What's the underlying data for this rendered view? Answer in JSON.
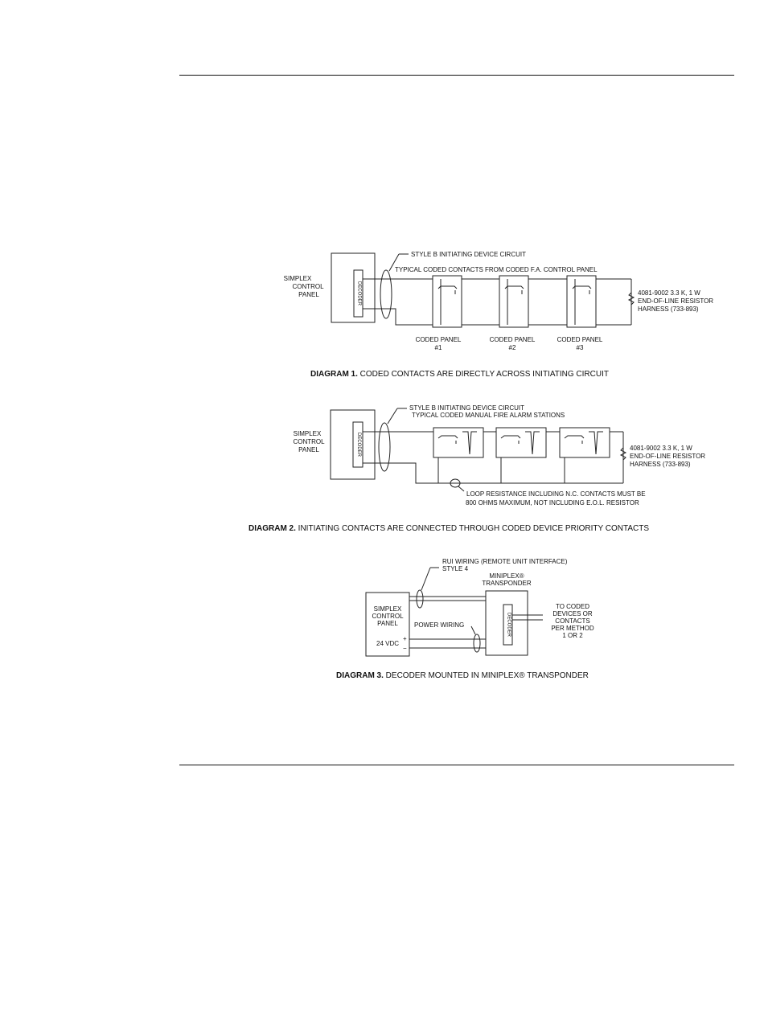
{
  "diagram1": {
    "style_b": "STYLE B INITIATING DEVICE CIRCUIT",
    "typical": "TYPICAL CODED CONTACTS FROM CODED F.A. CONTROL PANEL",
    "panel": [
      "SIMPLEX",
      "CONTROL",
      "PANEL"
    ],
    "decoder": "DECODER",
    "resistor": [
      "4081-9002 3.3 K, 1 W",
      "END-OF-LINE RESISTOR",
      "HARNESS (733-893)"
    ],
    "coded_panels": [
      {
        "line1": "CODED PANEL",
        "line2": "#1"
      },
      {
        "line1": "CODED PANEL",
        "line2": "#2"
      },
      {
        "line1": "CODED PANEL",
        "line2": "#3"
      }
    ],
    "caption_bold": "DIAGRAM 1.",
    "caption_text": " CODED CONTACTS ARE DIRECTLY ACROSS INITIATING CIRCUIT"
  },
  "diagram2": {
    "style_b": "STYLE B INITIATING DEVICE CIRCUIT",
    "typical": "TYPICAL CODED MANUAL FIRE ALARM STATIONS",
    "panel": [
      "SIMPLEX",
      "CONTROL",
      "PANEL"
    ],
    "decoder": "DECODER",
    "resistor": [
      "4081-9002 3.3 K, 1 W",
      "END-OF-LINE RESISTOR",
      "HARNESS (733-893)"
    ],
    "loop": [
      "LOOP RESISTANCE INCLUDING N.C. CONTACTS MUST BE",
      "800 OHMS MAXIMUM, NOT INCLUDING E.O.L. RESISTOR"
    ],
    "caption_bold": "DIAGRAM 2.",
    "caption_text": " INITIATING CONTACTS ARE CONNECTED THROUGH CODED DEVICE PRIORITY CONTACTS"
  },
  "diagram3": {
    "rui": [
      "RUI WIRING (REMOTE UNIT INTERFACE)",
      "STYLE 4"
    ],
    "transponder": [
      "MINIPLEX®",
      "TRANSPONDER"
    ],
    "panel": [
      "SIMPLEX",
      "CONTROL",
      "PANEL"
    ],
    "vdc": "24 VDC",
    "plus": "+",
    "minus": "−",
    "power": "POWER WIRING",
    "decoder": "DECODER",
    "to_coded": [
      "TO CODED",
      "DEVICES OR",
      "CONTACTS",
      "PER METHOD",
      "1 OR 2"
    ],
    "caption_bold": "DIAGRAM 3.",
    "caption_text": " DECODER MOUNTED IN MINIPLEX® TRANSPONDER"
  }
}
